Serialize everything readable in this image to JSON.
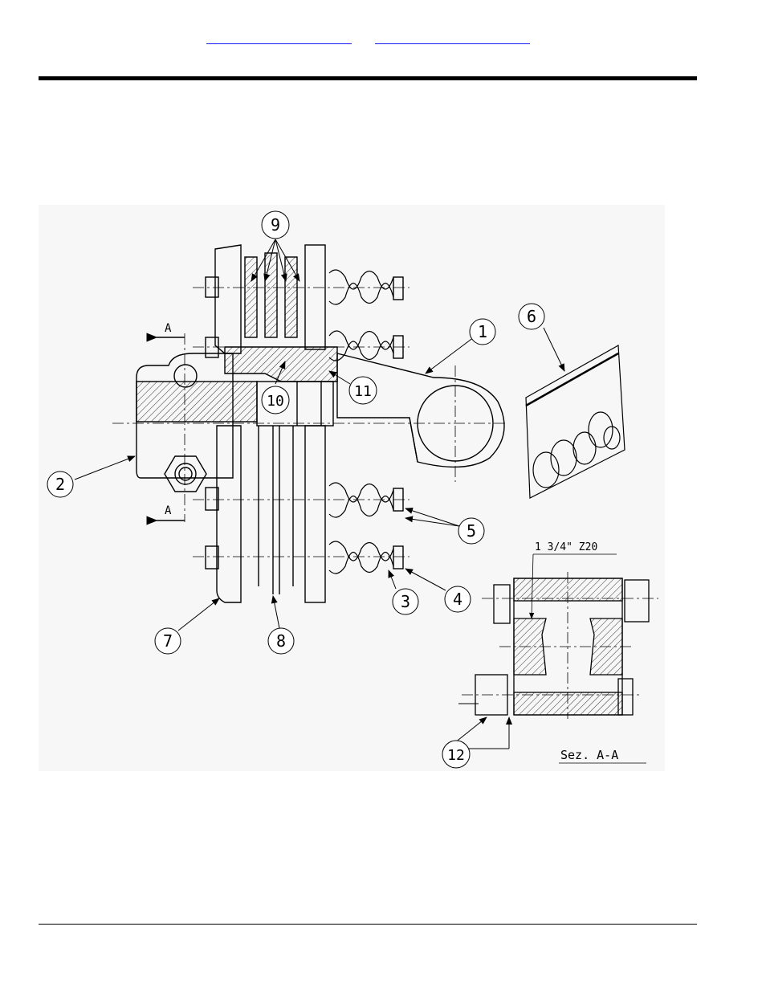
{
  "header": {
    "links": [
      {
        "label": ""
      },
      {
        "label": ""
      }
    ]
  },
  "drawing": {
    "callouts": [
      "1",
      "2",
      "3",
      "4",
      "5",
      "6",
      "7",
      "8",
      "9",
      "10",
      "11",
      "12"
    ],
    "section_marker": "A",
    "spline_label": "1 3/4\" Z20",
    "section_label": "Sez. A-A"
  },
  "colors": {
    "link": "#1a1aff",
    "rule": "#000000",
    "drawing_bg": "#f7f7f7",
    "line": "#000000"
  }
}
